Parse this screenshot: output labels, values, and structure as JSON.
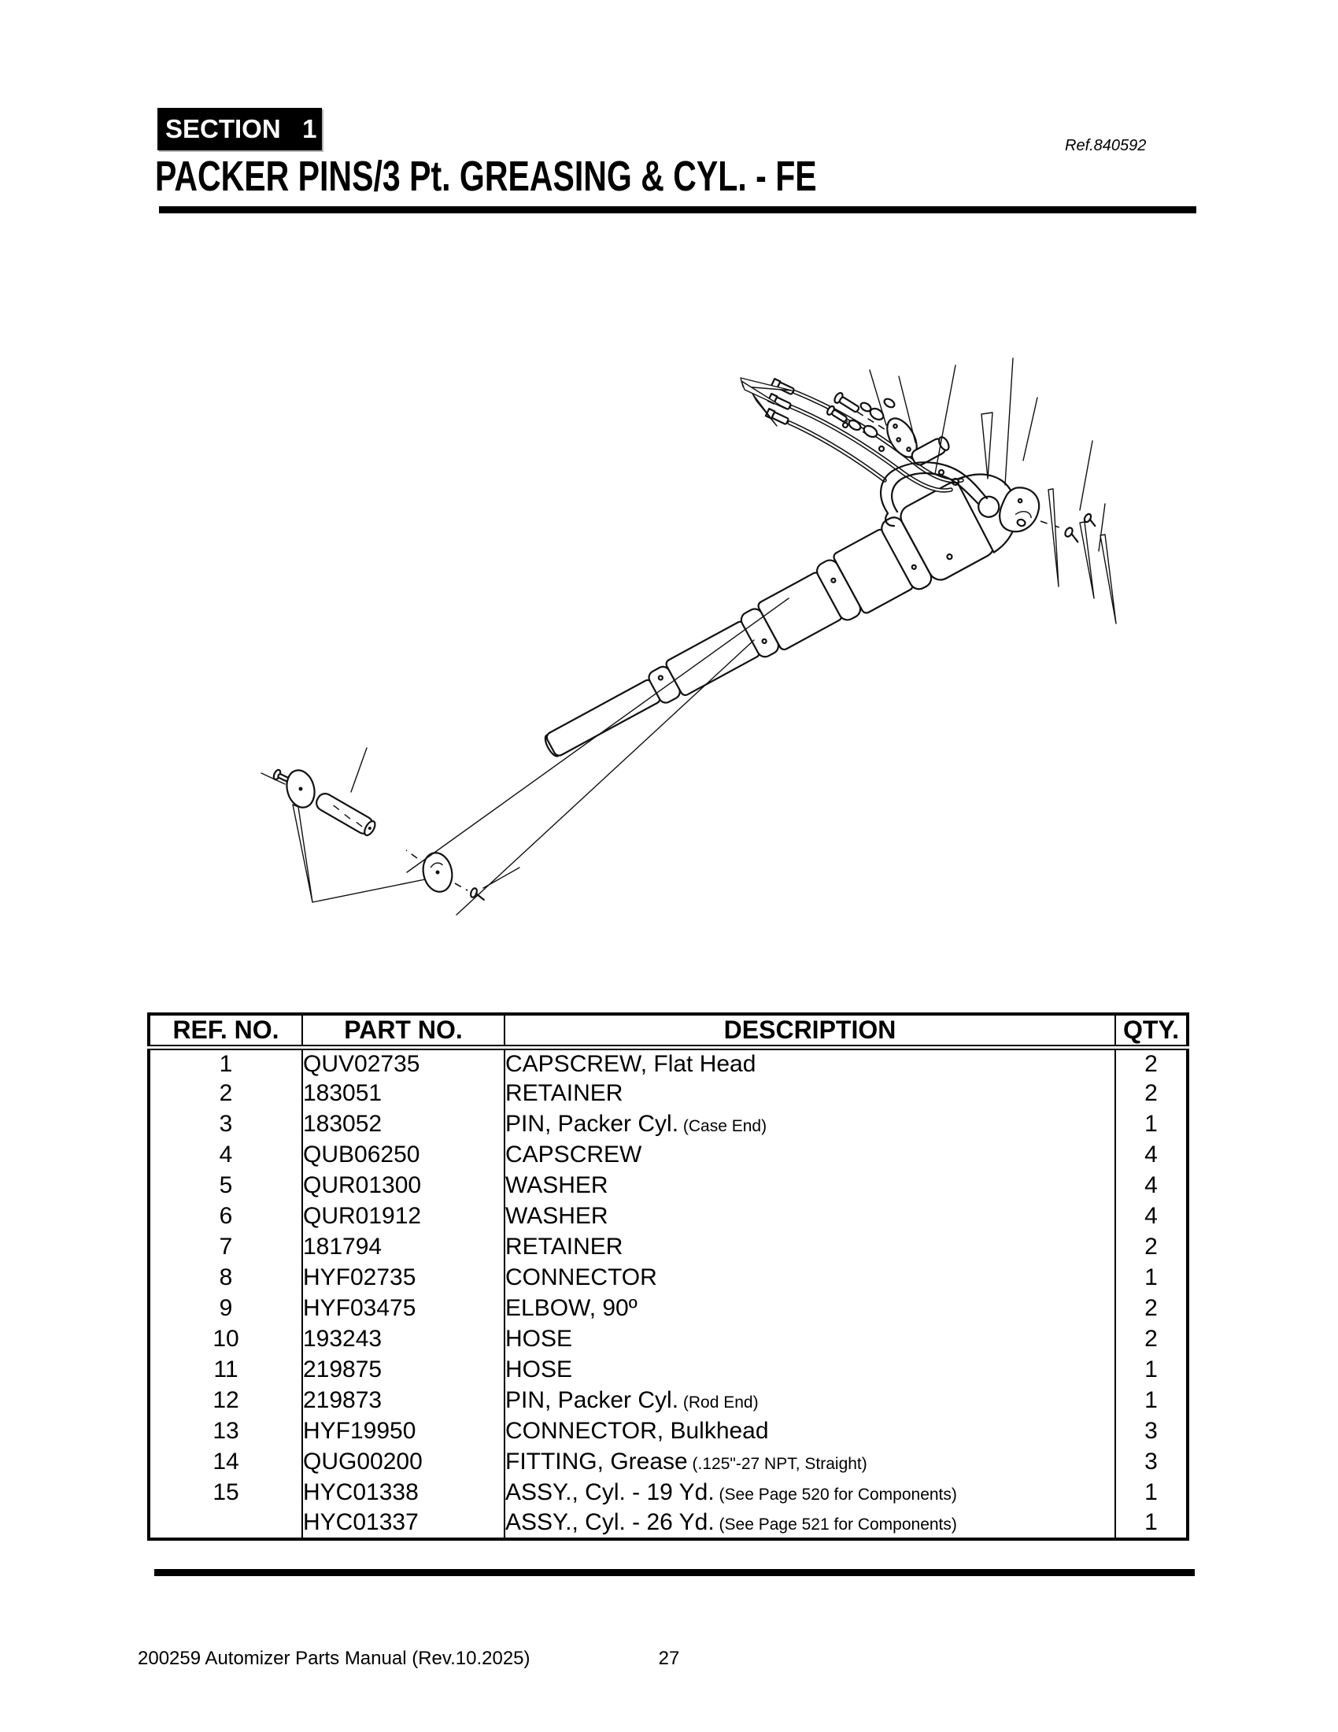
{
  "page": {
    "section_label": "SECTION   1",
    "title": "PACKER PINS/3 Pt. GREASING & CYL. - FE",
    "ref_label": "Ref.840592",
    "footer_left": "200259 Automizer Parts Manual (Rev.10.2025)",
    "page_number": "27"
  },
  "colors": {
    "ink": "#000000",
    "paper": "#ffffff"
  },
  "diagram": {
    "type": "exploded-parts-drawing",
    "subject": "packer cylinder with pins, greasing hoses and fittings"
  },
  "table": {
    "headers": [
      "REF. NO.",
      "PART NO.",
      "DESCRIPTION",
      "QTY."
    ],
    "rows": [
      {
        "ref": "1",
        "part": "QUV02735",
        "desc": "CAPSCREW, Flat Head",
        "note": "",
        "qty": "2"
      },
      {
        "ref": "2",
        "part": "183051",
        "desc": "RETAINER",
        "note": "",
        "qty": "2"
      },
      {
        "ref": "3",
        "part": "183052",
        "desc": "PIN, Packer Cyl.",
        "note": "(Case End)",
        "qty": "1"
      },
      {
        "ref": "4",
        "part": "QUB06250",
        "desc": "CAPSCREW",
        "note": "",
        "qty": "4"
      },
      {
        "ref": "5",
        "part": "QUR01300",
        "desc": "WASHER",
        "note": "",
        "qty": "4"
      },
      {
        "ref": "6",
        "part": "QUR01912",
        "desc": "WASHER",
        "note": "",
        "qty": "4"
      },
      {
        "ref": "7",
        "part": "181794",
        "desc": "RETAINER",
        "note": "",
        "qty": "2"
      },
      {
        "ref": "8",
        "part": "HYF02735",
        "desc": "CONNECTOR",
        "note": "",
        "qty": "1"
      },
      {
        "ref": "9",
        "part": "HYF03475",
        "desc": "ELBOW, 90º",
        "note": "",
        "qty": "2"
      },
      {
        "ref": "10",
        "part": "193243",
        "desc": "HOSE",
        "note": "",
        "qty": "2"
      },
      {
        "ref": "11",
        "part": "219875",
        "desc": "HOSE",
        "note": "",
        "qty": "1"
      },
      {
        "ref": "12",
        "part": "219873",
        "desc": "PIN, Packer Cyl.",
        "note": "(Rod End)",
        "qty": "1"
      },
      {
        "ref": "13",
        "part": "HYF19950",
        "desc": "CONNECTOR, Bulkhead",
        "note": "",
        "qty": "3"
      },
      {
        "ref": "14",
        "part": "QUG00200",
        "desc": "FITTING, Grease",
        "note": "(.125\"-27 NPT, Straight)",
        "qty": "3"
      },
      {
        "ref": "15",
        "part": "HYC01338",
        "desc": "ASSY., Cyl. - 19 Yd.",
        "note": "(See Page 520 for Components)",
        "qty": "1"
      },
      {
        "ref": "",
        "part": "HYC01337",
        "desc": "ASSY., Cyl. - 26 Yd.",
        "note": "(See Page 521 for Components)",
        "qty": "1"
      }
    ]
  }
}
